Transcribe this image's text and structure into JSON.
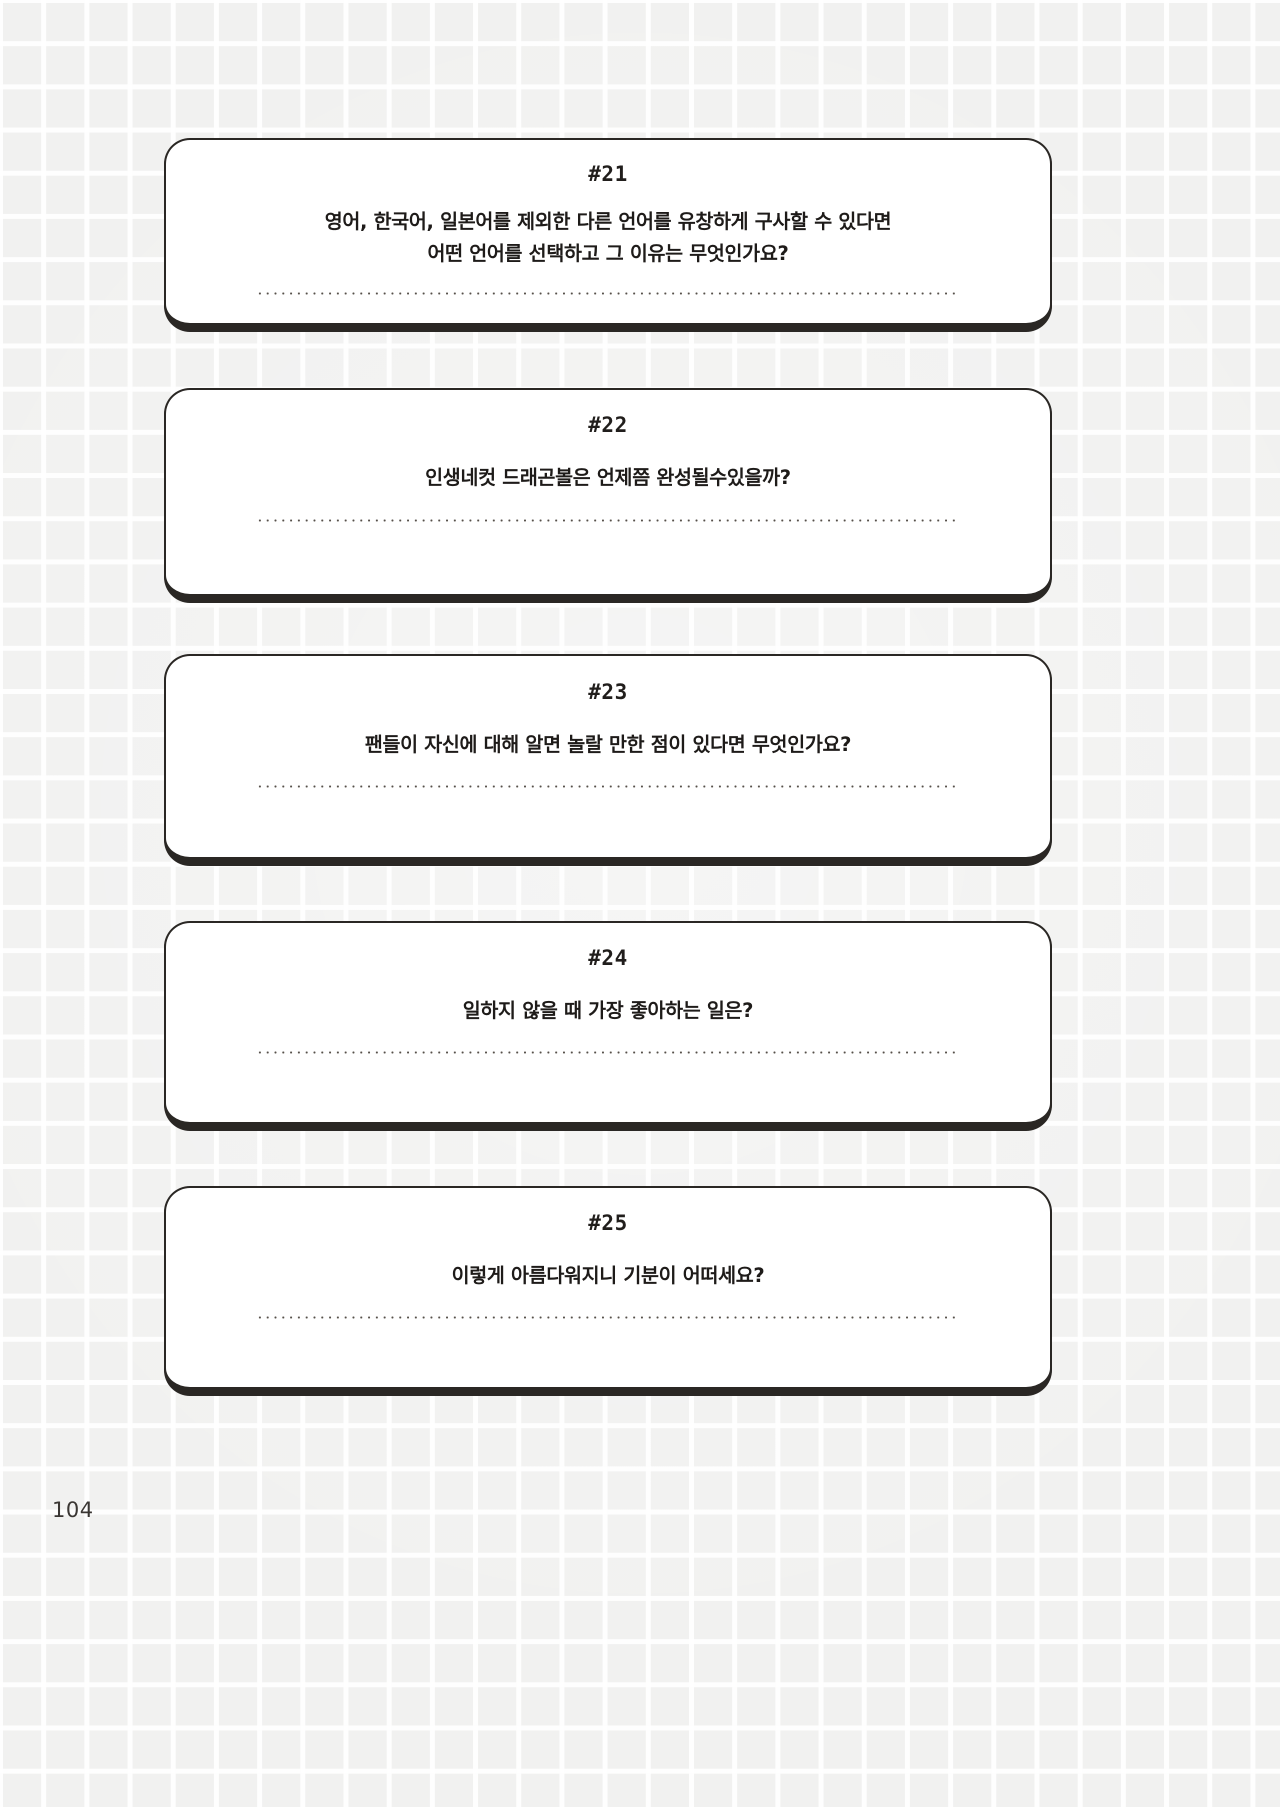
{
  "page": {
    "page_number": "104",
    "background_color": "#f1f1f0",
    "grid_line_color": "#ffffff",
    "card_background": "#ffffff",
    "card_border_color": "#2a2724",
    "text_color": "#1e1b19",
    "dotted_line_color": "#56504a"
  },
  "cards": [
    {
      "number": "#21",
      "question": "영어, 한국어, 일본어를 제외한 다른 언어를 유창하게 구사할 수 있다면\n어떤 언어를 선택하고 그 이유는 무엇인가요?",
      "answer_value": ""
    },
    {
      "number": "#22",
      "question": "인생네컷 드래곤볼은 언제쯤 완성될수있을까?",
      "answer_value": ""
    },
    {
      "number": "#23",
      "question": "팬들이 자신에 대해 알면 놀랄 만한 점이 있다면 무엇인가요?",
      "answer_value": ""
    },
    {
      "number": "#24",
      "question": "일하지 않을 때 가장 좋아하는 일은?",
      "answer_value": ""
    },
    {
      "number": "#25",
      "question": "이렇게 아름다워지니 기분이 어떠세요?",
      "answer_value": ""
    }
  ]
}
